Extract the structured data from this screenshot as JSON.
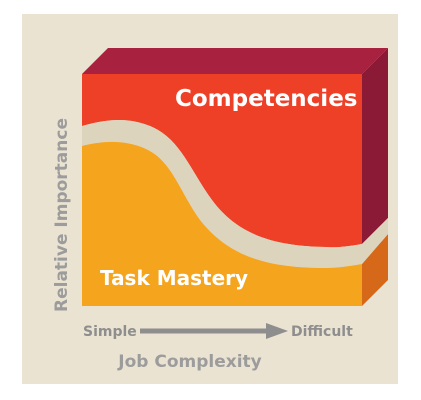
{
  "labels": {
    "competencies": "Competencies",
    "task_mastery": "Task Mastery",
    "y_axis": "Relative Importance",
    "x_axis": "Job Complexity",
    "x_start": "Simple",
    "x_end": "Difficult"
  },
  "colors": {
    "background": "#ebe3d2",
    "competencies_front": "#ee3f27",
    "competencies_top": "#a8213e",
    "competencies_side": "#8a1a35",
    "task_front": "#f5a41d",
    "task_side": "#d6681a",
    "separator": "#ddd4be",
    "text_gray": "#9c9c9c",
    "arrow_gray": "#8e8e8e"
  }
}
